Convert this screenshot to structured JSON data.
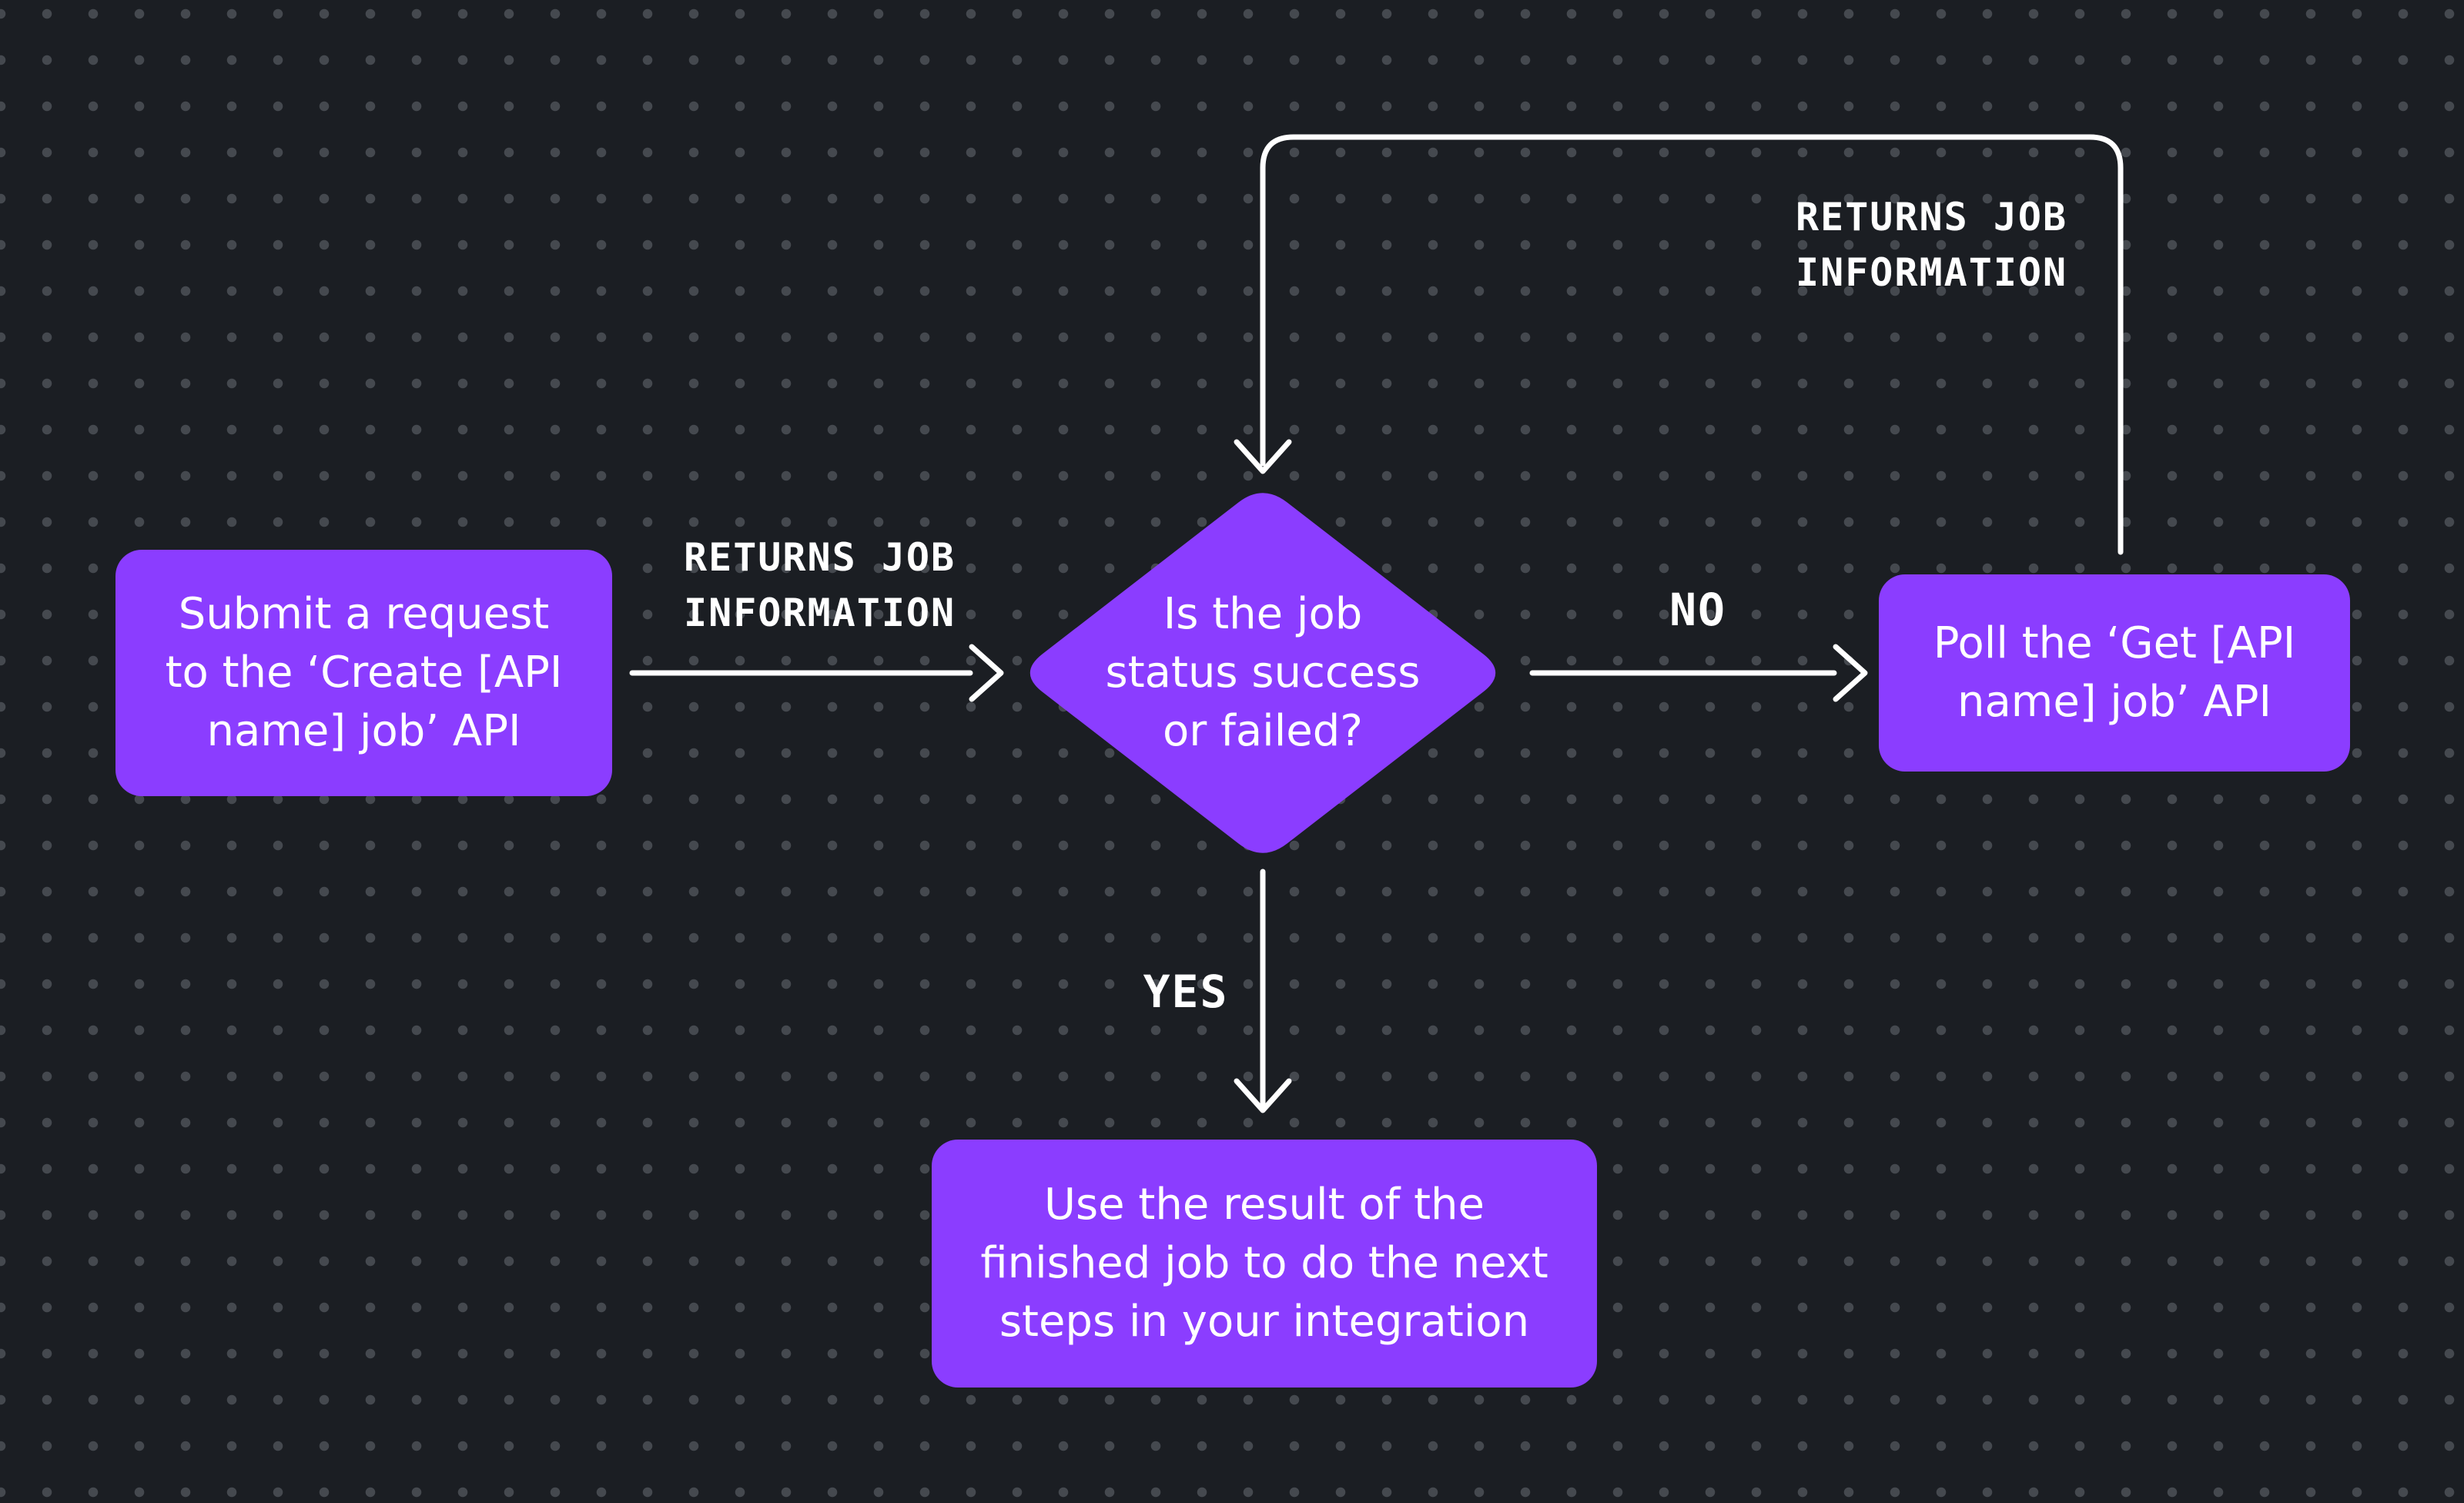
{
  "theme": {
    "background": "#1b1e23",
    "dot": "#45494f",
    "node_fill": "#8b3dff",
    "node_text": "#ffffff",
    "line": "#ffffff"
  },
  "nodes": {
    "submit": {
      "text": "Submit a request\nto the ‘Create [API\nname] job’ API"
    },
    "decision": {
      "text": "Is the job\nstatus success\nor failed?"
    },
    "poll": {
      "text": "Poll the ‘Get [API\nname] job’ API"
    },
    "use_result": {
      "text": "Use the result of the\nfinished job to do the next\nsteps in your integration"
    }
  },
  "edge_labels": {
    "returns_job_left": "RETURNS JOB\nINFORMATION",
    "returns_job_loop": "RETURNS JOB\nINFORMATION",
    "no": "NO",
    "yes": "YES"
  }
}
